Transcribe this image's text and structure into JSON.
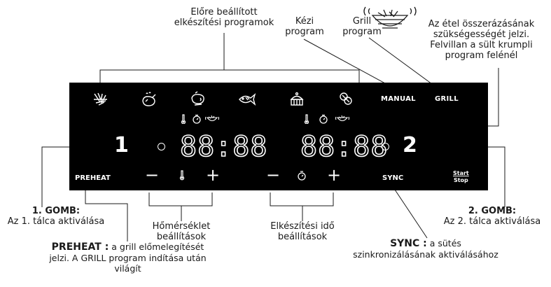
{
  "labels": {
    "presets_line1": "Előre beállított",
    "presets_line2": "elkészítési programok",
    "manual_line1": "Kézi",
    "manual_line2": "program",
    "grill_line1": "Grill",
    "grill_line2": "program",
    "shake_line1": "Az étel összerázásának",
    "shake_line2": "szükségességét jelzi.",
    "shake_line3": "Felvillan a sült krumpli",
    "shake_line4": "program felénél",
    "btn1_title": "1. GOMB:",
    "btn1_desc": "Az 1. tálca aktiválása",
    "btn2_title": "2. GOMB:",
    "btn2_desc": "Az 2. tálca aktiválása",
    "temp_line1": "Hőmérséklet",
    "temp_line2": "beállítások",
    "time_line1": "Elkészítési idő",
    "time_line2": "beállítások",
    "preheat_title": "PREHEAT :",
    "preheat_desc1": " a grill előmelegítését",
    "preheat_desc2": "jelzi. A GRILL program indítása után",
    "preheat_desc3": "világít",
    "sync_title": "SYNC :",
    "sync_desc1": " a sütés",
    "sync_desc2": "szinkronizálásának aktiválásához"
  },
  "panel": {
    "manual": "MANUAL",
    "grill": "GRILL",
    "zone1_number": "1",
    "zone2_number": "2",
    "display1": "88:88",
    "display2": "88:88",
    "preheat": "PREHEAT",
    "sync": "SYNC",
    "start_line1": "Start",
    "start_line2": "Stop",
    "minus": "−",
    "plus": "+"
  },
  "icons": [
    "fries-icon",
    "chicken-icon",
    "steak-icon",
    "fish-icon",
    "cake-icon",
    "vegetables-icon",
    "thermometer-icon",
    "timer-icon",
    "shake-basket-icon"
  ],
  "colors": {
    "panel": "#000000",
    "panel_text": "#ffffff",
    "text": "#1a1a1a"
  }
}
